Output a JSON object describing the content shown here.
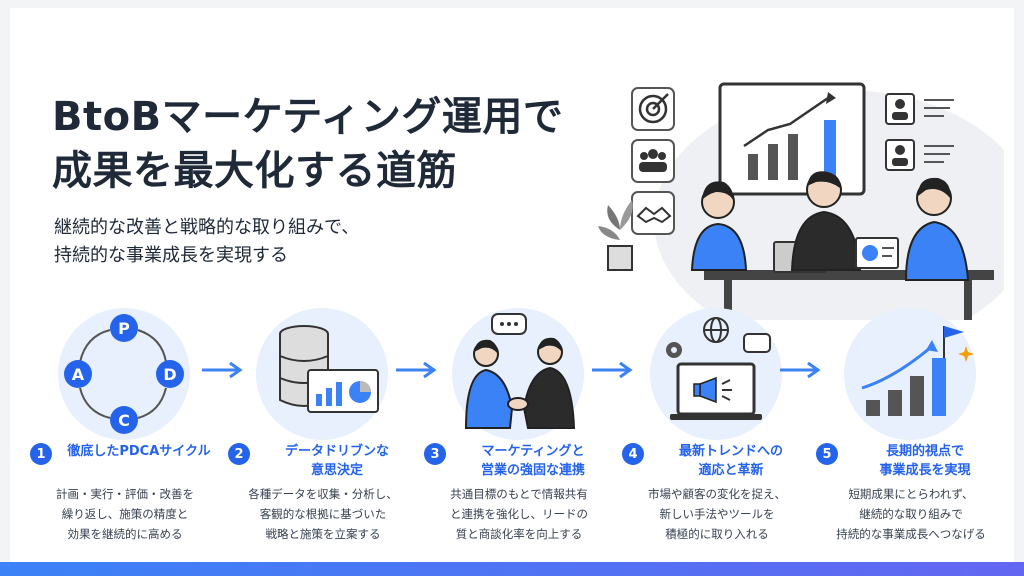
{
  "title_line1": "BtoBマーケティング運用で",
  "title_line2": "成果を最大化する道筋",
  "subtitle_line1": "継続的な改善と戦略的な取り組みで、",
  "subtitle_line2": "持続的な事業成長を実現する",
  "pdca_letters": [
    "P",
    "D",
    "C",
    "A"
  ],
  "steps": [
    {
      "number": "1",
      "title_lines": [
        "徹底したPDCAサイクル"
      ],
      "desc_lines": [
        "計画・実行・評価・改善を",
        "繰り返し、施策の精度と",
        "効果を継続的に高める"
      ]
    },
    {
      "number": "2",
      "title_lines": [
        "データドリブンな",
        "意思決定"
      ],
      "desc_lines": [
        "各種データを収集・分析し、",
        "客観的な根拠に基づいた",
        "戦略と施策を立案する"
      ]
    },
    {
      "number": "3",
      "title_lines": [
        "マーケティングと",
        "営業の強固な連携"
      ],
      "desc_lines": [
        "共通目標のもとで情報共有",
        "と連携を強化し、リードの",
        "質と商談化率を向上する"
      ]
    },
    {
      "number": "4",
      "title_lines": [
        "最新トレンドへの",
        "適応と革新"
      ],
      "desc_lines": [
        "市場や顧客の変化を捉え、",
        "新しい手法やツールを",
        "積極的に取り入れる"
      ]
    },
    {
      "number": "5",
      "title_lines": [
        "長期的視点で",
        "事業成長を実現"
      ],
      "desc_lines": [
        "短期成果にとらわれず、",
        "継続的な取り組みで",
        "持続的な事業成長へつなげる"
      ]
    }
  ],
  "colors": {
    "accent": "#2563eb",
    "light": "#e8f0fd",
    "text": "#1f2937"
  }
}
